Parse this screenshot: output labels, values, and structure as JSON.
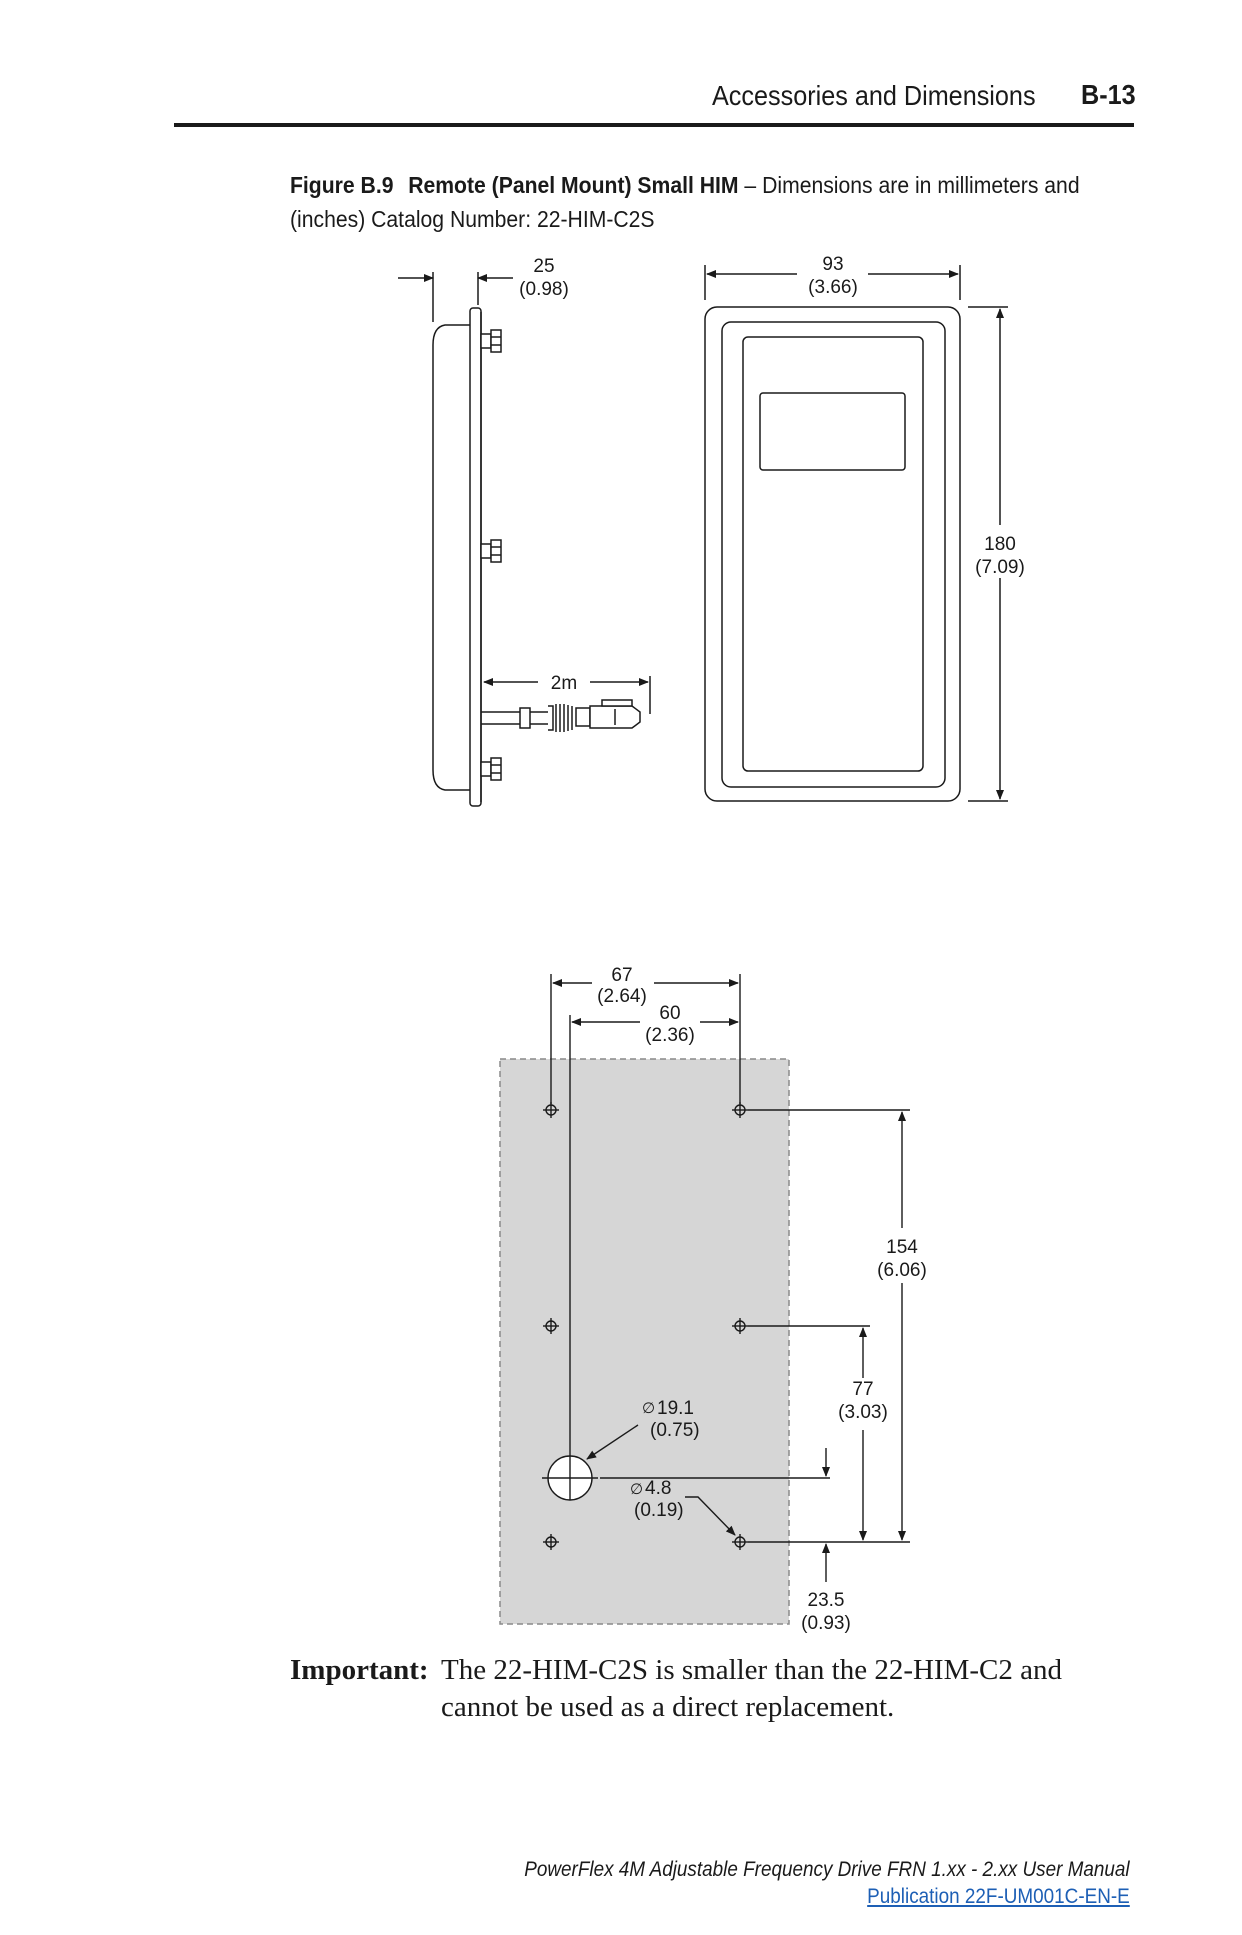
{
  "header": {
    "section": "Accessories and Dimensions",
    "page": "B-13"
  },
  "caption": {
    "label": "Figure B.9",
    "title": "Remote (Panel Mount) Small HIM",
    "text": " – Dimensions are in millimeters and (inches) Catalog Number: 22-HIM-C2S"
  },
  "dimensions": {
    "depth": {
      "mm": "25",
      "in": "(0.98)"
    },
    "width": {
      "mm": "93",
      "in": "(3.66)"
    },
    "height": {
      "mm": "180",
      "in": "(7.09)"
    },
    "cable": "2m",
    "hole_span_outer": {
      "mm": "67",
      "in": "(2.64)"
    },
    "hole_span_inner": {
      "mm": "60",
      "in": "(2.36)"
    },
    "vertical_total": {
      "mm": "154",
      "in": "(6.06)"
    },
    "vertical_mid": {
      "mm": "77",
      "in": "(3.03)"
    },
    "large_hole": {
      "mm": "19.1",
      "in": "(0.75)"
    },
    "small_hole": {
      "mm": "4.8",
      "in": "(0.19)"
    },
    "bottom_offset": {
      "mm": "23.5",
      "in": "(0.93)"
    },
    "diameter_symbol": "∅"
  },
  "important": {
    "label": "Important:",
    "text": "The 22-HIM-C2S is smaller than the 22-HIM-C2 and cannot be used as a direct replacement."
  },
  "footer": {
    "title": "PowerFlex 4M Adjustable Frequency Drive FRN 1.xx - 2.xx User Manual",
    "publication": "Publication 22F-UM001C-EN-E"
  }
}
